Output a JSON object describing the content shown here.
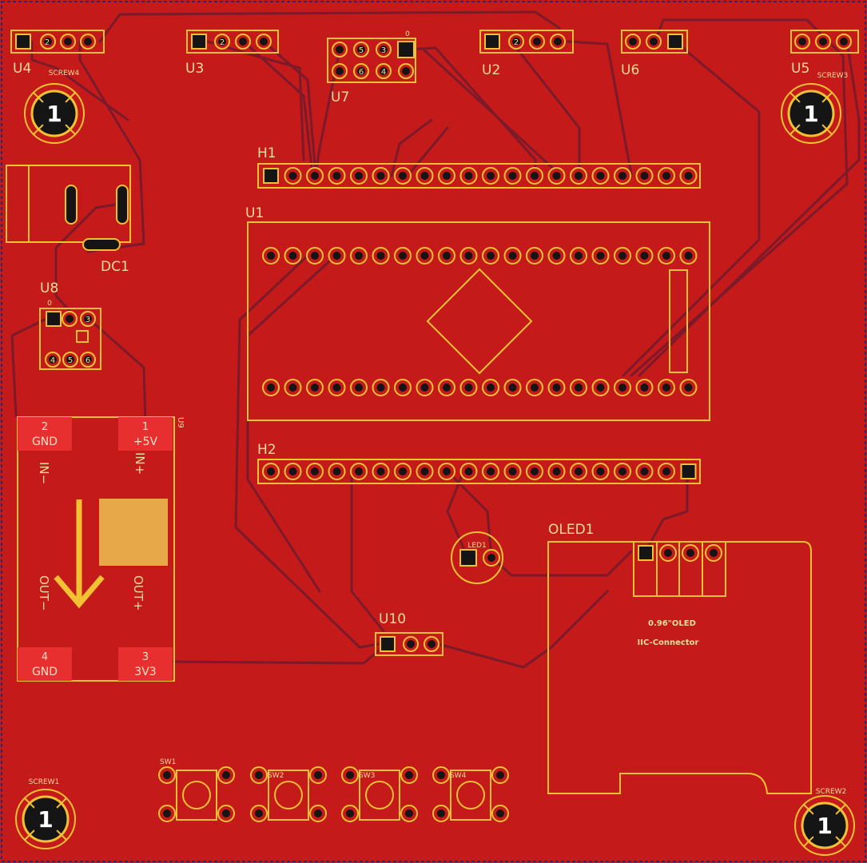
{
  "board": {
    "colors": {
      "copper": "#c41a1a",
      "silkscreen": "#f2c232",
      "trace": "#7a1a2a",
      "hole": "#151515",
      "smd_pad": "#e82f2f",
      "heatpad": "#e6a848"
    },
    "components": {
      "u4": "U4",
      "u3": "U3",
      "u7": "U7",
      "u2": "U2",
      "u6": "U6",
      "u5": "U5",
      "h1": "H1",
      "h2": "H2",
      "u1": "U1",
      "dc1": "DC1",
      "u8": "U8",
      "u9": "U9",
      "u10": "U10",
      "oled1": "OLED1",
      "led1": "LED1",
      "sw1": "SW1",
      "sw2": "SW2",
      "sw3": "SW3",
      "sw4": "SW4"
    },
    "screws": {
      "screw1": "SCREW1",
      "screw2": "SCREW2",
      "screw3": "SCREW3",
      "screw4": "SCREW4",
      "pad_number": "1"
    },
    "pin_numbers": {
      "p1": "1",
      "p2": "2",
      "p3": "3",
      "p4": "4",
      "p5": "5",
      "p6": "6",
      "p0": "0"
    },
    "regulator": {
      "pad1_num": "1",
      "pad1_name": "+5V",
      "pad2_num": "2",
      "pad2_name": "GND",
      "pad3_num": "3",
      "pad3_name": "3V3",
      "pad4_num": "4",
      "pad4_name": "GND",
      "in_minus": "IN−",
      "in_plus": "IN+",
      "out_minus": "OUT−",
      "out_plus": "OUT+"
    },
    "oled": {
      "line1": "0.96\"OLED",
      "line2": "IIC-Connector"
    }
  }
}
